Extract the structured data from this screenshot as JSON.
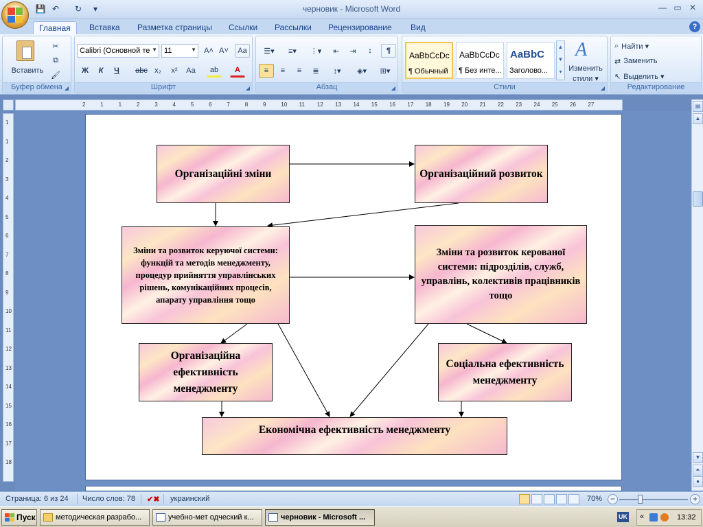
{
  "window": {
    "title": "черновик - Microsoft Word",
    "controls": {
      "minimize": "—",
      "maximize": "▭",
      "close": "✕"
    }
  },
  "quick_access": {
    "save": "💾",
    "undo": "↶",
    "redo": "↻",
    "customize": "▾"
  },
  "tabs": [
    {
      "label": "Главная",
      "active": true
    },
    {
      "label": "Вставка"
    },
    {
      "label": "Разметка страницы"
    },
    {
      "label": "Ссылки"
    },
    {
      "label": "Рассылки"
    },
    {
      "label": "Рецензирование"
    },
    {
      "label": "Вид"
    }
  ],
  "help": "?",
  "ribbon": {
    "clipboard": {
      "label": "Буфер обмена",
      "paste": "Вставить",
      "cut": "✂",
      "copy": "⧉",
      "format_painter": "🖌"
    },
    "font": {
      "label": "Шрифт",
      "font_name": "Calibri (Основной те",
      "font_size": "11",
      "grow": "A˄",
      "shrink": "A˅",
      "clear": "Aa",
      "bold": "Ж",
      "italic": "К",
      "underline": "Ч",
      "strike": "abc",
      "subscript": "x₂",
      "superscript": "x²",
      "change_case": "Aa",
      "highlight": "ab",
      "font_color": "A"
    },
    "paragraph": {
      "label": "Абзац",
      "show_marks": "¶"
    },
    "styles": {
      "label": "Стили",
      "items": [
        {
          "sample": "AaBbCcDc",
          "name": "¶ Обычный",
          "selected": true
        },
        {
          "sample": "AaBbCcDc",
          "name": "¶ Без инте..."
        },
        {
          "sample": "AaBbC",
          "name": "Заголово..."
        }
      ],
      "change_styles": "Изменить",
      "change_styles_2": "стили ▾"
    },
    "editing": {
      "label": "Редактирование",
      "find": "Найти ▾",
      "replace": "Заменить",
      "select": "Выделить ▾"
    }
  },
  "ruler_numbers": [
    "2",
    "1",
    "1",
    "2",
    "3",
    "4",
    "5",
    "6",
    "7",
    "8",
    "9",
    "10",
    "11",
    "12",
    "13",
    "14",
    "15",
    "16",
    "17",
    "18",
    "19",
    "20",
    "21",
    "22",
    "23",
    "24",
    "25",
    "26",
    "27"
  ],
  "vruler_numbers": [
    "1",
    "1",
    "2",
    "3",
    "4",
    "5",
    "6",
    "7",
    "8",
    "9",
    "10",
    "11",
    "12",
    "13",
    "14",
    "15",
    "16",
    "17",
    "18"
  ],
  "diagram": {
    "box1": "Організаційні зміни",
    "box2": "Організаційний розвиток",
    "box3": "Зміни та розвиток керуючої системи: функцій та методів менеджменту, процедур прийняття управлінських рішень, комунікаційних процесів, апарату управління тощо",
    "box4": "Зміни та розвиток керованої системи: підрозділів, служб, управлінь, колективів працівників тощо",
    "box5": "Організаційна ефективність менеджменту",
    "box6": "Соціальна ефективність менеджменту",
    "box7": "Економічна ефективність менеджменту"
  },
  "status": {
    "page": "Страница: 6 из 24",
    "words": "Число слов: 78",
    "language": "украинский",
    "zoom": "70%",
    "zoom_minus": "−",
    "zoom_plus": "+"
  },
  "taskbar": {
    "start": "Пуск",
    "items": [
      {
        "label": "методическая разрабо..."
      },
      {
        "label": "учебно-мет одческий к..."
      },
      {
        "label": "черновик - Microsoft ...",
        "active": true
      }
    ],
    "lang": "UK",
    "tray_arrows": "«",
    "clock": "13:32"
  },
  "colors": {
    "accent": "#15428b",
    "ribbon": "#d7e6f8",
    "canvas": "#6e8fc3"
  }
}
